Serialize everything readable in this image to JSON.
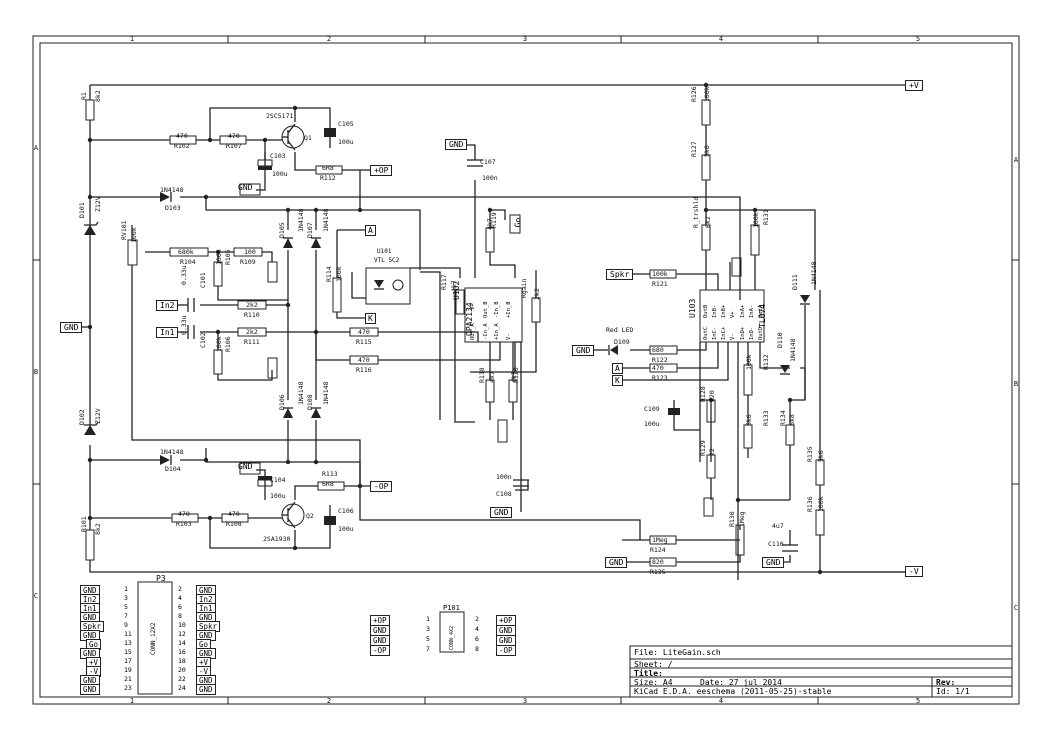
{
  "frame": {
    "cols": [
      "1",
      "2",
      "3",
      "4",
      "5"
    ],
    "rows": [
      "A",
      "B",
      "C"
    ]
  },
  "rails": {
    "pos": "+V",
    "neg": "-V",
    "gnd": "GND",
    "op_pos": "+OP",
    "op_neg": "-OP"
  },
  "components": {
    "r1": {
      "ref": "R1",
      "val": "8k2"
    },
    "r101": {
      "ref": "R101",
      "val": "8k2"
    },
    "r102": {
      "ref": "R102",
      "val": "470"
    },
    "r107": {
      "ref": "R107",
      "val": "470"
    },
    "r103": {
      "ref": "R103",
      "val": "470"
    },
    "r108": {
      "ref": "R108",
      "val": "470"
    },
    "r112": {
      "ref": "R112",
      "val": "6R8"
    },
    "r113": {
      "ref": "R113",
      "val": "6R8"
    },
    "q1": {
      "ref": "Q1",
      "val": "2SC5171"
    },
    "q2": {
      "ref": "Q2",
      "val": "2SA1930"
    },
    "c103": {
      "ref": "C103",
      "val": "100u"
    },
    "c104": {
      "ref": "C104",
      "val": "100u"
    },
    "c105": {
      "ref": "C105",
      "val": "100u"
    },
    "c106": {
      "ref": "C106",
      "val": "100u"
    },
    "c107": {
      "ref": "C107",
      "val": "100n"
    },
    "c108": {
      "ref": "C108",
      "val": "100n"
    },
    "d101": {
      "ref": "D101",
      "val": "Z12V"
    },
    "d102": {
      "ref": "D102",
      "val": "Z12V"
    },
    "d103": {
      "ref": "D103",
      "val": "1N4148"
    },
    "d104": {
      "ref": "D104",
      "val": "1N4148"
    },
    "d105": {
      "ref": "D105",
      "val": "1N4148"
    },
    "d106": {
      "ref": "D106",
      "val": "1N4148"
    },
    "d107": {
      "ref": "D107",
      "val": "1N4148"
    },
    "d108": {
      "ref": "D108",
      "val": "1N4148"
    },
    "rv101": {
      "ref": "RV101",
      "val": "100k"
    },
    "r104": {
      "ref": "R104",
      "val": "680k"
    },
    "r109": {
      "ref": "R109",
      "val": "100"
    },
    "r105": {
      "ref": "R105",
      "val": "100k"
    },
    "r106": {
      "ref": "R106",
      "val": "100k"
    },
    "r110": {
      "ref": "R110",
      "val": "2k2"
    },
    "r111": {
      "ref": "R111",
      "val": "2k2"
    },
    "c101": {
      "ref": "C101",
      "val": "0.33u"
    },
    "c102": {
      "ref": "C102",
      "val": "0.33u"
    },
    "r115": {
      "ref": "R115",
      "val": "470"
    },
    "r116": {
      "ref": "R116",
      "val": "470"
    },
    "r114": {
      "ref": "R114",
      "val": "100k"
    },
    "u101": {
      "ref": "U101",
      "val": "VTL 5C2"
    },
    "r117": {
      "ref": "R117",
      "val": "4k7"
    },
    "r118": {
      "ref": "R118",
      "val": "4k7"
    },
    "r119": {
      "ref": "R119",
      "val": "4k7"
    },
    "r120": {
      "ref": "R120",
      "val": "4k7"
    },
    "rgain": {
      "ref": "Rgain",
      "val": "2k2"
    },
    "u102": {
      "ref": "U102",
      "val": "OPA2134"
    },
    "u103": {
      "ref": "U103",
      "val": "TL074"
    },
    "r126": {
      "ref": "R126",
      "val": "100k"
    },
    "r127": {
      "ref": "R127",
      "val": "5k6"
    },
    "r_trshld": {
      "ref": "R_trshld",
      "val": "6k2"
    },
    "r131": {
      "ref": "R131",
      "val": "100k"
    },
    "r121": {
      "ref": "R121",
      "val": "100k"
    },
    "r122": {
      "ref": "R122",
      "val": "680"
    },
    "r123": {
      "ref": "R123",
      "val": "470"
    },
    "d109": {
      "ref": "D109",
      "val": "Red LED"
    },
    "c109": {
      "ref": "C109",
      "val": "100u"
    },
    "r128": {
      "ref": "R128",
      "val": "220"
    },
    "r129": {
      "ref": "R129",
      "val": "22"
    },
    "r130": {
      "ref": "R130",
      "val": "1Meg"
    },
    "r124": {
      "ref": "R124",
      "val": "1Meg"
    },
    "r125": {
      "ref": "R125",
      "val": "820"
    },
    "r132": {
      "ref": "R132",
      "val": "100k"
    },
    "r133": {
      "ref": "R133",
      "val": "5k6"
    },
    "r134": {
      "ref": "R134",
      "val": "6k8"
    },
    "r135": {
      "ref": "R135",
      "val": "5k6"
    },
    "r136": {
      "ref": "R136",
      "val": "100k"
    },
    "d110": {
      "ref": "D110",
      "val": "1N4148"
    },
    "d111": {
      "ref": "D111",
      "val": "1N4148"
    },
    "c110": {
      "ref": "C110",
      "val": "4u7"
    },
    "p3": {
      "ref": "P3",
      "val": "CONN_12X2"
    },
    "p101": {
      "ref": "P101",
      "val": "CONN_4X2"
    }
  },
  "u102_pins": [
    "OUT_A",
    "-In_A",
    "+In_A",
    "V-",
    "+In_B",
    "-In_B",
    "Out_B",
    "V+"
  ],
  "u103_pins": [
    "OutC",
    "InC-",
    "InC+",
    "V-",
    "InD+",
    "InD-",
    "OutD",
    "OutA",
    "InA-",
    "InA+",
    "V+",
    "InB+",
    "InB-",
    "OutB"
  ],
  "p3_left": [
    "GND",
    "In2",
    "In1",
    "GND",
    "Spkr",
    "GND",
    "Go",
    "GND",
    "+V",
    "-V",
    "GND",
    "GND"
  ],
  "p3_right": [
    "GND",
    "In2",
    "In1",
    "GND",
    "Spkr",
    "GND",
    "Go",
    "GND",
    "+V",
    "-V",
    "GND",
    "GND"
  ],
  "p101_left": [
    "+OP",
    "GND",
    "GND",
    "-OP"
  ],
  "p101_right": [
    "+OP",
    "GND",
    "GND",
    "-OP"
  ],
  "labels": {
    "in1": "In1",
    "in2": "In2",
    "spkr": "Spkr",
    "go": "Go",
    "a": "A",
    "k": "K"
  },
  "title_block": {
    "file": "File: LiteGain.sch",
    "sheet": "Sheet: /",
    "title": "Title:",
    "size": "Size: A4",
    "date": "Date: 27 jul 2014",
    "rev": "Rev:",
    "app": "KiCad E.D.A.  eeschema (2011-05-25)-stable",
    "id": "Id: 1/1"
  }
}
